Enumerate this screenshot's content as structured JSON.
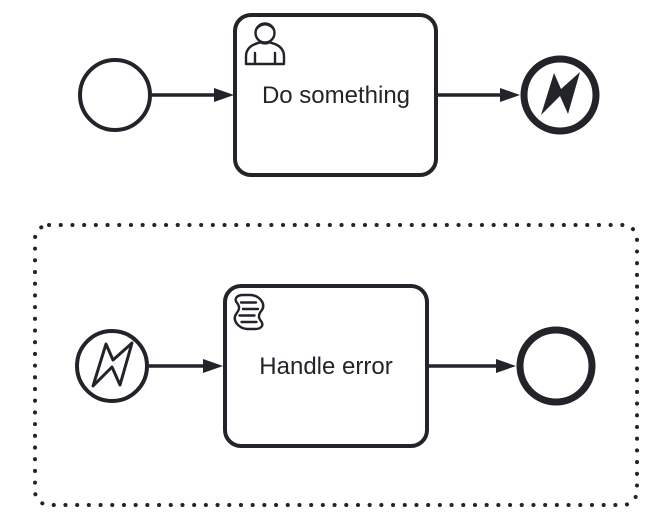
{
  "meta": {
    "diagram_type": "bpmn-process-diagram"
  },
  "colors": {
    "stroke": "#22242A",
    "fill": "#FFFFFF",
    "background": "#FFFFFF"
  },
  "main_flow": {
    "start_event": {
      "type": "start-event"
    },
    "flow_to_task": {
      "type": "sequence-flow"
    },
    "task": {
      "label": "Do something",
      "type": "user-task",
      "icon": "user-icon"
    },
    "flow_to_end": {
      "type": "sequence-flow"
    },
    "end_event": {
      "type": "error-end-event",
      "icon": "error-lightning-icon"
    }
  },
  "error_subprocess": {
    "type": "event-subprocess",
    "border_style": "dotted",
    "start_event": {
      "type": "error-start-event",
      "icon": "error-lightning-icon"
    },
    "flow_to_task": {
      "type": "sequence-flow"
    },
    "task": {
      "label": "Handle error",
      "type": "script-task",
      "icon": "script-icon"
    },
    "flow_to_end": {
      "type": "sequence-flow"
    },
    "end_event": {
      "type": "end-event"
    }
  }
}
